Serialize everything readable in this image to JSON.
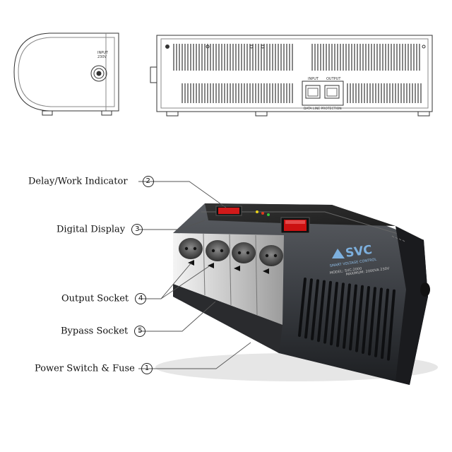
{
  "side_view": {
    "input_label_line1": "INPUT",
    "input_label_line2": "230V"
  },
  "rear_view": {
    "input_label": "INPUT",
    "output_label": "OUTPUT",
    "protection_label": "DATA LINE PROTECTION"
  },
  "device": {
    "brand": "SVC",
    "tagline": "SMART VOLTAGE CONTROL",
    "model_line1": "MODEL: SVC-2000",
    "model_line2": "MAXIMUM: 2000VA  230V"
  },
  "callouts": [
    {
      "label": "Delay/Work Indicator",
      "number": "2"
    },
    {
      "label": "Digital Display",
      "number": "3"
    },
    {
      "label": "Output Socket",
      "number": "4"
    },
    {
      "label": "Bypass Socket",
      "number": "5"
    },
    {
      "label": "Power Switch & Fuse",
      "number": "1"
    }
  ]
}
